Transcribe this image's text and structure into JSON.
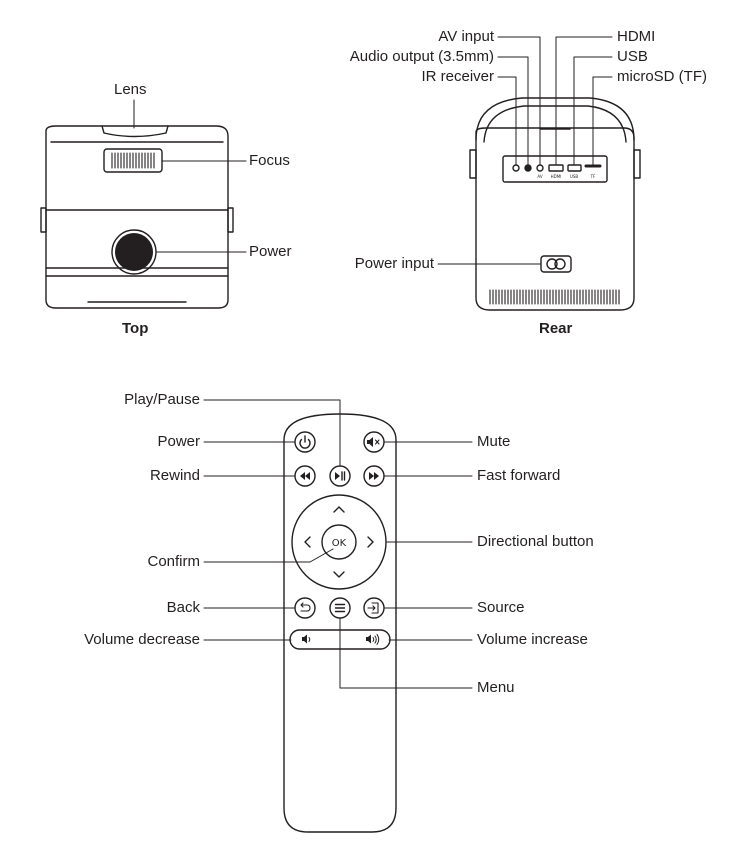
{
  "top_view": {
    "caption": "Top",
    "labels": {
      "lens": "Lens",
      "focus": "Focus",
      "power": "Power"
    }
  },
  "rear_view": {
    "caption": "Rear",
    "labels": {
      "av_input": "AV input",
      "audio_output": "Audio output (3.5mm)",
      "ir_receiver": "IR receiver",
      "hdmi": "HDMI",
      "usb": "USB",
      "microsd": "microSD (TF)",
      "power_input": "Power input"
    },
    "port_marks": {
      "av": "AV",
      "hdmi": "HDMI",
      "usb": "USB",
      "tf": "TF"
    }
  },
  "remote": {
    "labels": {
      "play_pause": "Play/Pause",
      "power": "Power",
      "rewind": "Rewind",
      "confirm": "Confirm",
      "back": "Back",
      "volume_decrease": "Volume decrease",
      "mute": "Mute",
      "fast_forward": "Fast forward",
      "directional": "Directional button",
      "source": "Source",
      "volume_increase": "Volume increase",
      "menu": "Menu"
    },
    "ok_text": "OK"
  }
}
